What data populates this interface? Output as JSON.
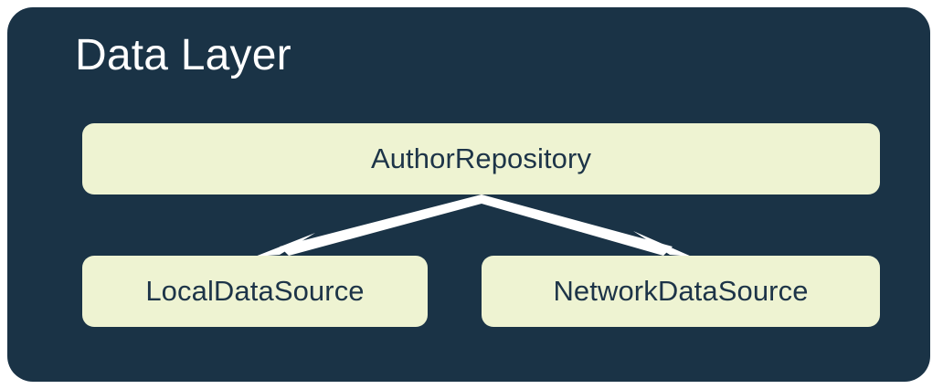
{
  "diagram": {
    "title": "Data Layer",
    "panel_color": "#1a3346",
    "card_color": "#eef3d2",
    "card_text_color": "#1d3448",
    "title_color": "#ffffff",
    "connector_color": "#ffffff",
    "nodes": [
      {
        "id": "author-repository",
        "label": "AuthorRepository",
        "role": "repository"
      },
      {
        "id": "local-data-source",
        "label": "LocalDataSource",
        "role": "data-source"
      },
      {
        "id": "network-data-source",
        "label": "NetworkDataSource",
        "role": "data-source"
      }
    ],
    "connectors": [
      {
        "from": "author-repository",
        "to": "local-data-source",
        "style": "arrow"
      },
      {
        "from": "author-repository",
        "to": "network-data-source",
        "style": "arrow"
      }
    ]
  }
}
